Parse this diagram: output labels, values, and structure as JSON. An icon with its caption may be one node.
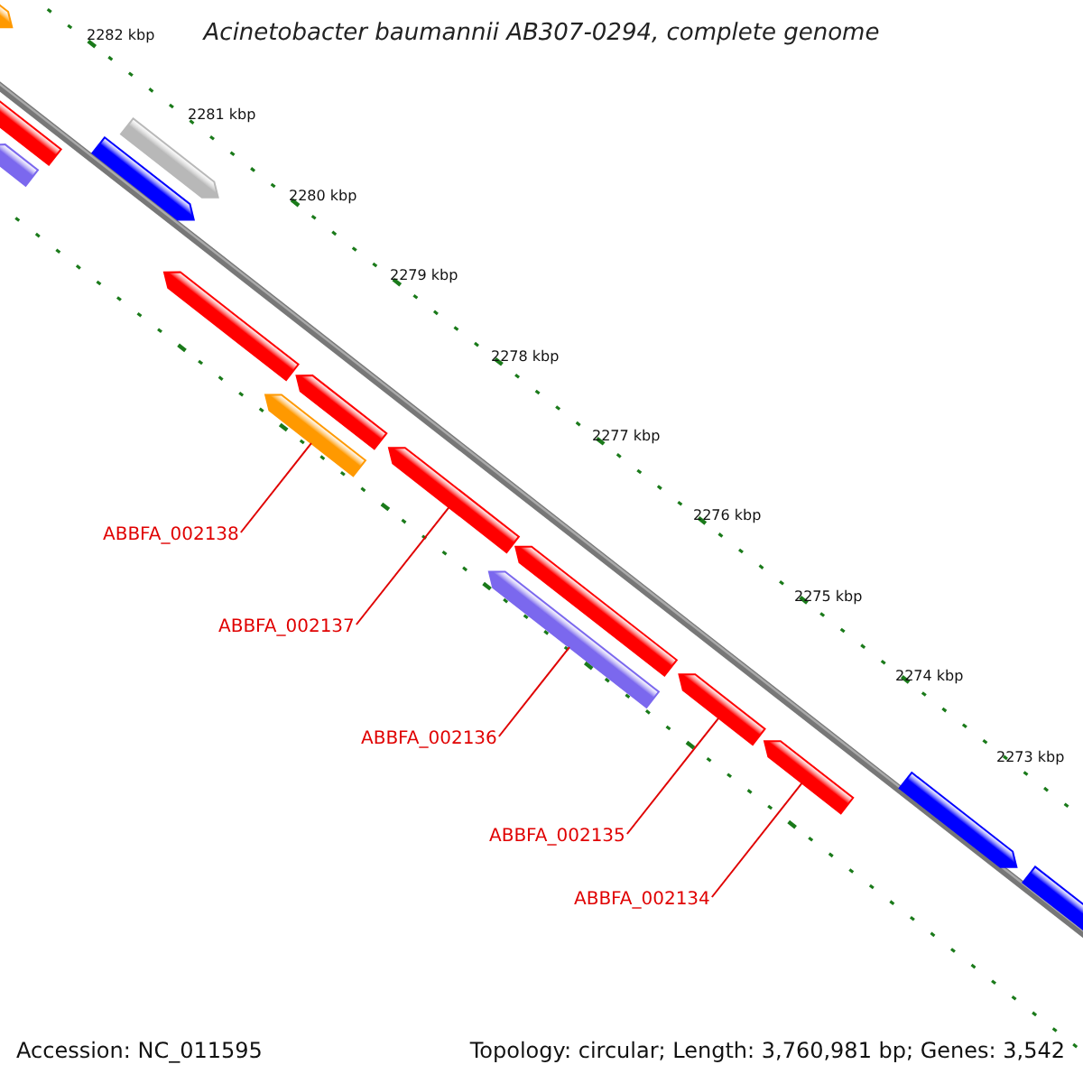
{
  "diagram": {
    "title": "Acinetobacter baumannii AB307-0294, complete genome",
    "nodes": [
      {
        "text": [
          "ABBFA_002138"
        ]
      },
      {
        "text": [
          "ABBFA_002137"
        ]
      },
      {
        "text": [
          "ABBFA_002136"
        ]
      },
      {
        "text": [
          "ABBFA_002135"
        ]
      },
      {
        "text": [
          "ABBFA_002134"
        ]
      },
      {
        "text": [],
        "shape": "bar"
      },
      {
        "text": [],
        "shape": "bar"
      },
      {
        "text": [],
        "shape": "bar"
      },
      {
        "text": [],
        "shape": "bar"
      },
      {
        "text": [],
        "shape": "bar"
      },
      {
        "text": [],
        "shape": "bar"
      },
      {
        "text": [],
        "shape": "bar"
      },
      {
        "text": [],
        "shape": "bar"
      },
      {
        "text": [],
        "shape": "bar"
      },
      {
        "text": [],
        "shape": "bar"
      },
      {
        "text": [],
        "shape": "bar"
      },
      {
        "text": [],
        "shape": "bar"
      },
      {
        "text": [],
        "shape": "bar"
      },
      {
        "text": [],
        "shape": "bar"
      },
      {
        "text": [],
        "shape": "bar"
      }
    ],
    "edges": [
      {
        "from": 0,
        "to": 12,
        "arrow": "none"
      },
      {
        "from": 1,
        "to": 13,
        "arrow": "none"
      },
      {
        "from": 2,
        "to": 14,
        "arrow": "none"
      },
      {
        "from": 3,
        "to": 16,
        "arrow": "none"
      },
      {
        "from": 4,
        "to": 17,
        "arrow": "none"
      }
    ],
    "labels": [
      "2282 kbp",
      "2281 kbp",
      "2280 kbp",
      "2279 kbp",
      "2278 kbp",
      "2277 kbp",
      "2276 kbp",
      "2275 kbp",
      "2274 kbp",
      "2273 kbp",
      "Accession: NC_011595",
      "Topology: circular; Length: 3,760,981 bp; Genes: 3,542"
    ]
  }
}
